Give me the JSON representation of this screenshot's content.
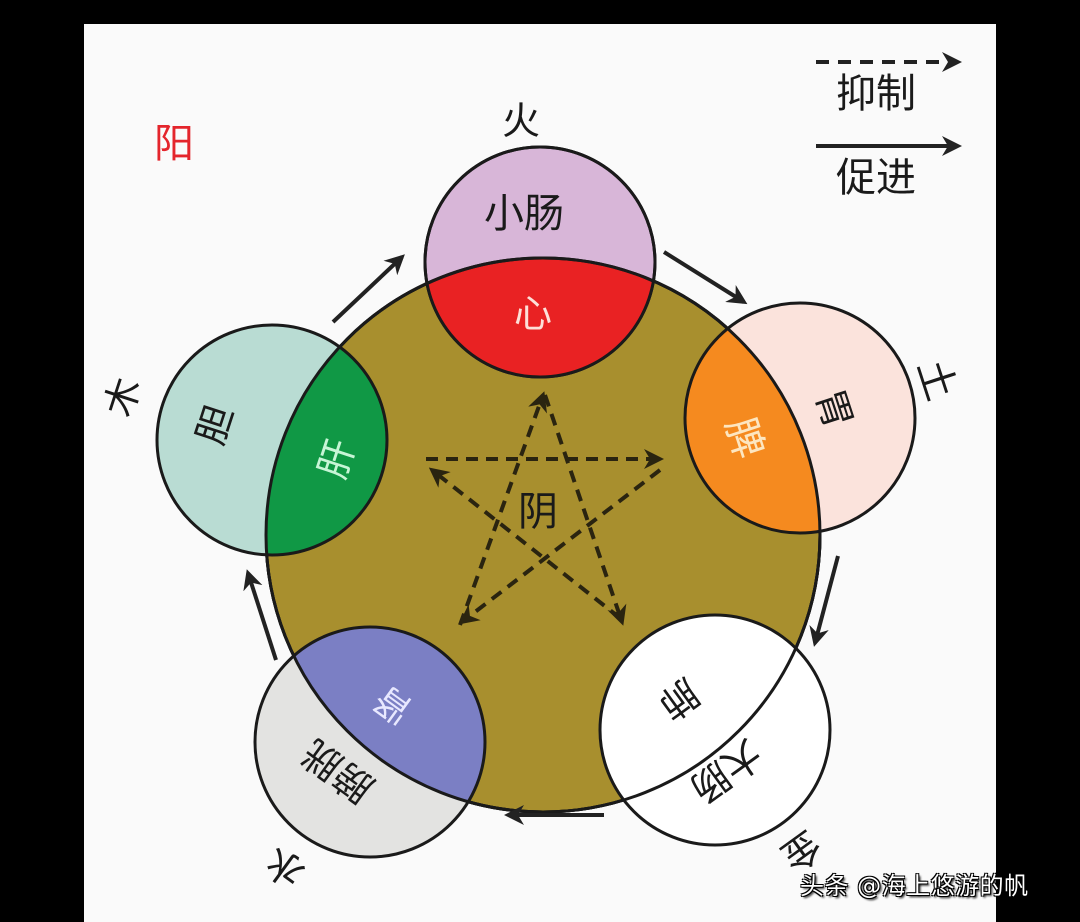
{
  "diagram": {
    "title_yang": "阳",
    "center_yin": "阴",
    "legend": {
      "inhibit_label": "抑制",
      "promote_label": "促进"
    },
    "elements": [
      {
        "element": "火",
        "yin_organ": "心",
        "yang_organ": "小肠",
        "yin_color": "#e92223",
        "yang_color": "#d8b6d8"
      },
      {
        "element": "土",
        "yin_organ": "脾",
        "yang_organ": "胃",
        "yin_color": "#f58a1f",
        "yang_color": "#fbe3dc"
      },
      {
        "element": "金",
        "yin_organ": "肺",
        "yang_organ": "大肠",
        "yin_color": "#ffffff",
        "yang_color": "#ffffff"
      },
      {
        "element": "水",
        "yin_organ": "肾",
        "yang_organ": "膀胱",
        "yin_color": "#7b7fc4",
        "yang_color": "#e3e3e1"
      },
      {
        "element": "木",
        "yin_organ": "肝",
        "yang_organ": "胆",
        "yin_color": "#109845",
        "yang_color": "#b9dcd3"
      }
    ],
    "center_color": "#a88f2e",
    "title_color": "#e4252c"
  },
  "watermark": "头条 @海上悠游的帆"
}
